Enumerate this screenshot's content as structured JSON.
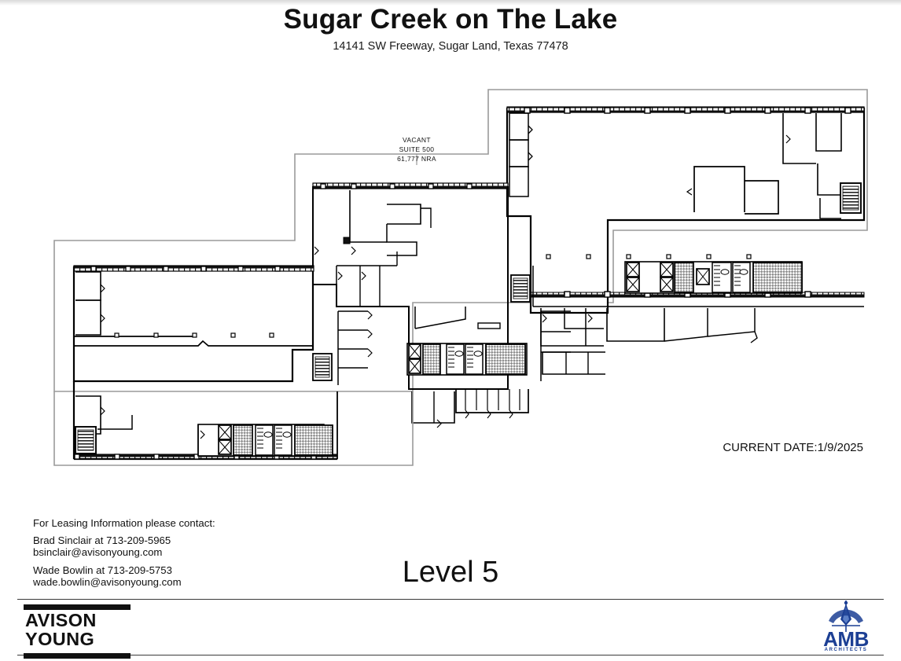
{
  "header": {
    "title": "Sugar Creek on The Lake",
    "subtitle": "14141 SW Freeway, Sugar Land, Texas 77478"
  },
  "plan": {
    "level_label": "Level 5",
    "current_date": "CURRENT DATE:1/9/2025",
    "suite_callout": {
      "status": "VACANT",
      "suite": "SUITE 500",
      "area": "61,777 NRA"
    },
    "colors": {
      "wall": "#000000",
      "suite_boundary": "#9a9a9a",
      "hatch": "#8c8c8c",
      "paper": "#ffffff"
    }
  },
  "leasing": {
    "intro": "For Leasing Information please contact:",
    "contacts": [
      {
        "name_phone": "Brad Sinclair at 713-209-5965",
        "email": "bsinclair@avisonyoung.com"
      },
      {
        "name_phone": "Wade Bowlin at 713-209-5753",
        "email": "wade.bowlin@avisonyoung.com"
      }
    ]
  },
  "footer": {
    "avison_young": {
      "line1": "AVISON",
      "line2": "YOUNG"
    },
    "amb": {
      "word": "AMB",
      "tagline": "ARCHITECTS",
      "color": "#1c3f94"
    }
  }
}
